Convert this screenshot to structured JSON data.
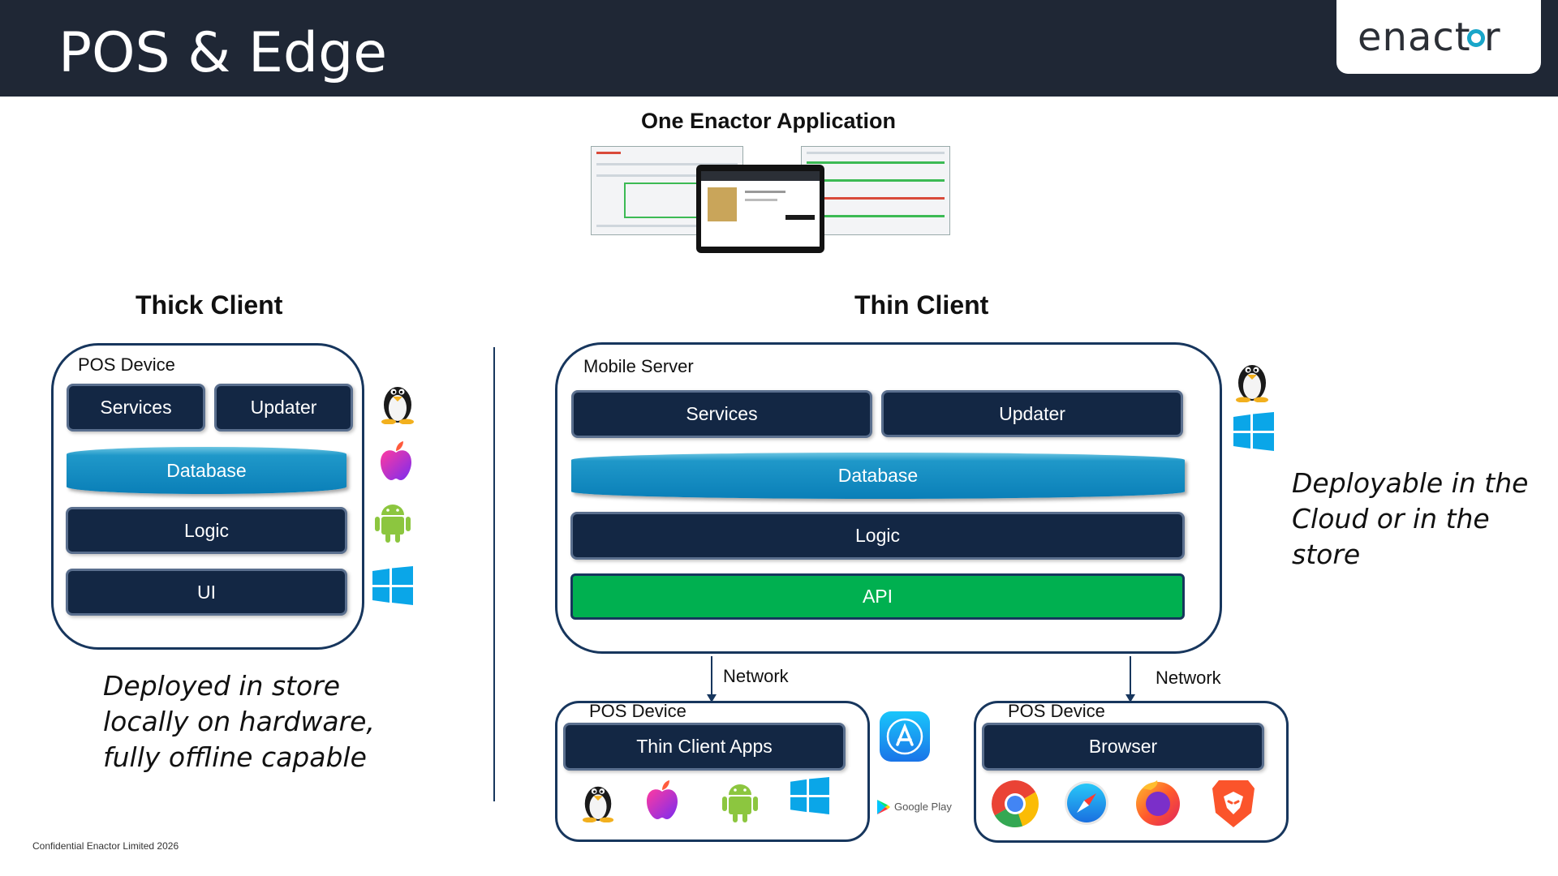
{
  "header": {
    "title": "POS & Edge",
    "logo_text": "enact  r"
  },
  "app": {
    "heading": "One Enactor Application"
  },
  "thick": {
    "heading": "Thick Client",
    "container_label": "POS Device",
    "services": "Services",
    "updater": "Updater",
    "database": "Database",
    "logic": "Logic",
    "ui": "UI",
    "note": [
      "Deployed in store",
      "locally on hardware,",
      "fully offline capable"
    ],
    "os_icons": [
      "linux-icon",
      "apple-icon",
      "android-icon",
      "windows-icon"
    ]
  },
  "thin": {
    "heading": "Thin Client",
    "container_label": "Mobile Server",
    "services": "Services",
    "updater": "Updater",
    "database": "Database",
    "logic": "Logic",
    "api": "API",
    "note": [
      "Deployable in the",
      "Cloud or in the",
      "store"
    ],
    "os_icons": [
      "linux-icon",
      "windows-icon"
    ],
    "network_left": "Network",
    "network_right": "Network",
    "pos_apps": {
      "label": "POS Device",
      "block": "Thin Client Apps",
      "icons": [
        "linux-icon",
        "apple-icon",
        "android-icon",
        "windows-icon"
      ],
      "stores": [
        "app-store-icon",
        "google-play-icon"
      ],
      "google_play_text": "Google Play"
    },
    "pos_browser": {
      "label": "POS Device",
      "block": "Browser",
      "icons": [
        "chrome-icon",
        "safari-icon",
        "firefox-icon",
        "brave-icon"
      ]
    }
  },
  "footer": {
    "text": "Confidential Enactor Limited 2026"
  },
  "colors": {
    "navy": "#132744",
    "header": "#1f2735",
    "database": "#0a7fb8",
    "api": "#00b050",
    "accent": "#19a6c9"
  }
}
